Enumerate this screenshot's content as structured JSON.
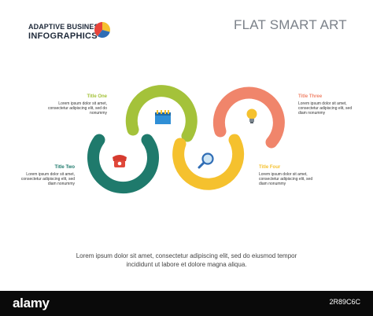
{
  "logo": {
    "line1": "ADAPTIVE BUSINESS",
    "line2": "INFOGRAPHICS",
    "icon": "pie-chart-icon"
  },
  "title": "FLAT SMART ART",
  "steps": [
    {
      "title": "Title One",
      "text": "Lorem ipsum dolor sit amet, consectetur adipiscing elit, sed do nonummy",
      "color": "#a4c23a",
      "icon": "calendar-icon"
    },
    {
      "title": "Title Two",
      "text": "Lorem ipsum dolor sit amet, consectetur adipiscing elit, sed diam nonummy",
      "color": "#1f7a6c",
      "icon": "telephone-icon"
    },
    {
      "title": "Title Three",
      "text": "Lorem ipsum dolor sit amet, consectetur adipiscing elit, sed diam nonummy",
      "color": "#f0856b",
      "icon": "lightbulb-icon"
    },
    {
      "title": "Title Four",
      "text": "Lorem ipsum dolor sit amet, consectetur adipiscing elit, sed diam nonummy",
      "color": "#f5c12e",
      "icon": "magnifier-icon"
    }
  ],
  "caption": {
    "line1": "Lorem ipsum dolor sit amet, consectetur adipiscing elit, sed do eiusmod tempor",
    "line2": "incididunt ut labore et dolore magna aliqua."
  },
  "footer": {
    "brand": "alamy",
    "image_id": "2R89C6C"
  }
}
